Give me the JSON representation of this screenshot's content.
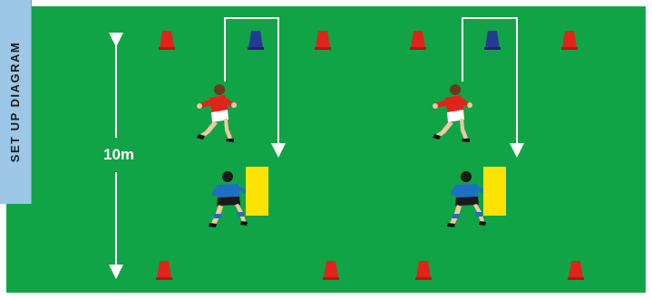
{
  "tab": {
    "label": "SET UP DIAGRAM",
    "color": "#9cc7e6"
  },
  "distance_label": "10m",
  "colors": {
    "pitch": "#10a446",
    "cone_red": "#e2231a",
    "cone_blue": "#243a93",
    "tackle_pad": "#ffe300",
    "attacker_shirt": "#e2231a",
    "defender_shirt": "#1f6fc2",
    "arrows": "#ffffff"
  },
  "drills": [
    {
      "name": "drill-left",
      "cones": [
        "red",
        "blue",
        "red",
        "red",
        "red"
      ],
      "attacker": "red-player",
      "defender": "blue-player",
      "pad": "yellow"
    },
    {
      "name": "drill-right",
      "cones": [
        "red",
        "blue",
        "red",
        "red",
        "red"
      ],
      "attacker": "red-player",
      "defender": "blue-player",
      "pad": "yellow"
    }
  ]
}
